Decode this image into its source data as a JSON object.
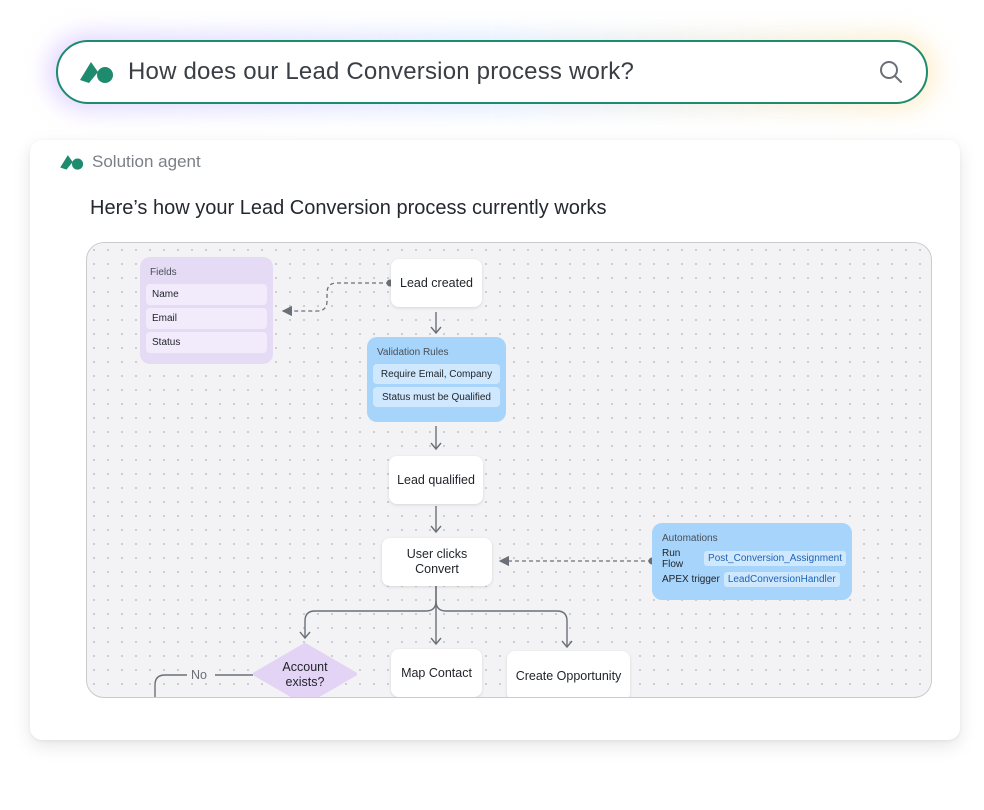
{
  "search": {
    "query": "How does our Lead Conversion process work?"
  },
  "agent": {
    "name": "Solution agent"
  },
  "headline": "Here’s how your Lead Conversion process currently works",
  "diagram": {
    "fields_panel": {
      "title": "Fields",
      "rows": [
        "Name",
        "Email",
        "Status"
      ]
    },
    "validation_panel": {
      "title": "Validation Rules",
      "rows": [
        "Require Email, Company",
        "Status must be Qualified"
      ]
    },
    "automations_panel": {
      "title": "Automations",
      "rows": [
        {
          "label": "Run Flow",
          "tag": "Post_Conversion_Assignment"
        },
        {
          "label": "APEX trigger",
          "tag": "LeadConversionHandler"
        }
      ]
    },
    "nodes": {
      "lead_created": "Lead created",
      "lead_qualified": "Lead qualified",
      "user_clicks_convert_line1": "User clicks",
      "user_clicks_convert_line2": "Convert",
      "account_exists_line1": "Account",
      "account_exists_line2": "exists?",
      "map_contact": "Map Contact",
      "create_opportunity": "Create Opportunity",
      "no_label": "No"
    }
  },
  "colors": {
    "accent": "#1e8a6e",
    "fields_bg": "#e6dbf5",
    "rule_bg": "#a6d4fb",
    "diamond": "#e3d3f4"
  },
  "icons": {
    "logo": "solution-agent-logo-icon",
    "search": "search-icon"
  }
}
